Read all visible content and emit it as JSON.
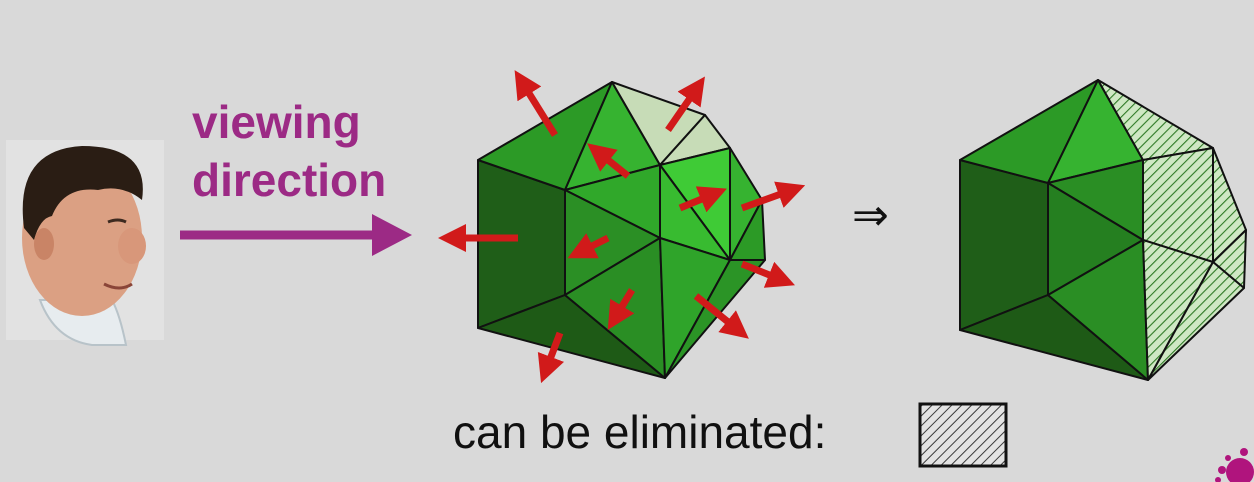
{
  "labels": {
    "viewing_line1": "viewing",
    "viewing_line2": "direction",
    "implies_symbol": "⇒",
    "caption": "can be eliminated:"
  },
  "colors": {
    "background": "#d9d9d9",
    "viewing_arrow": "#9c2a85",
    "normal_arrows": "#d11a1a",
    "front_face_green": "#2ea82a",
    "back_face_green": "#1f5e18",
    "eliminated_hatch": "#333333"
  },
  "icons": [
    "viewer-face-icon",
    "viewing-direction-arrow-icon",
    "hatch-swatch-icon",
    "splash-logo-icon"
  ]
}
